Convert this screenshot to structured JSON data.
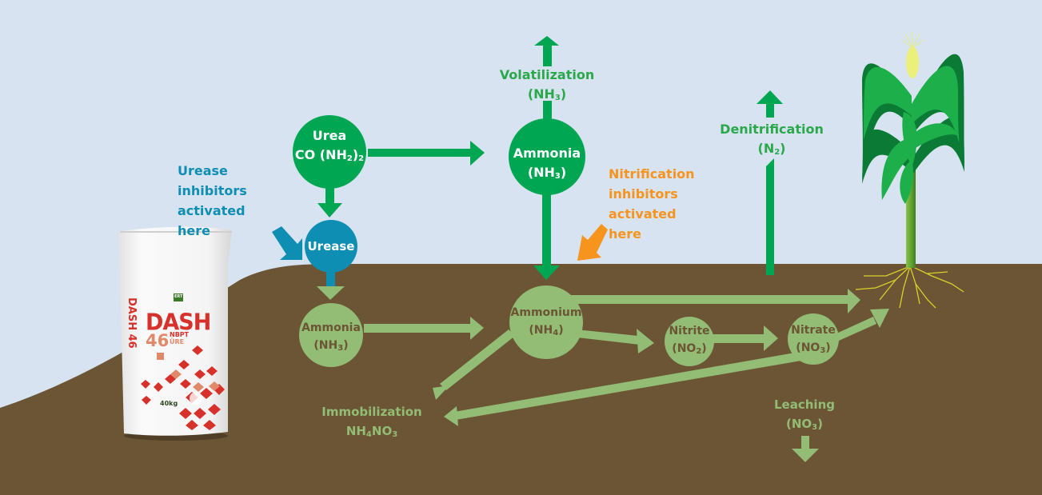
{
  "title": "Nitrogen cycle of urea fertilizer with urease and nitrification inhibitors",
  "colors": {
    "sky": "#d8e3f2",
    "soil": "#6b5535",
    "dark_green": "#00a651",
    "pale_green": "#93bc75",
    "teal": "#0e8eb2",
    "orange": "#f7941d",
    "bag_red": "#d7312b"
  },
  "nodes": {
    "urea": {
      "line1": "Urea",
      "line2_prefix": "CO (NH",
      "line2_sub": "2",
      "line2_mid": ")",
      "line2_sub2": "2"
    },
    "urease": {
      "label": "Urease"
    },
    "ammonia_air": {
      "line1": "Ammonia",
      "line2_prefix": "(NH",
      "line2_sub": "3",
      "line2_suffix": ")"
    },
    "ammonia_soil": {
      "line1": "Ammonia",
      "line2_prefix": "(NH",
      "line2_sub": "3",
      "line2_suffix": ")"
    },
    "ammonium": {
      "line1": "Ammonium",
      "line2_prefix": "(NH",
      "line2_sub": "4",
      "line2_suffix": ")"
    },
    "nitrite": {
      "line1": "Nitrite",
      "line2_prefix": "(NO",
      "line2_sub": "2",
      "line2_suffix": ")"
    },
    "nitrate": {
      "line1": "Nitrate",
      "line2_prefix": "(NO",
      "line2_sub": "3",
      "line2_suffix": ")"
    }
  },
  "processes": {
    "volatilization": {
      "line1": "Volatilization",
      "line2_prefix": "(NH",
      "line2_sub": "3",
      "line2_suffix": ")"
    },
    "denitrification": {
      "line1": "Denitrification",
      "line2_prefix": "(N",
      "line2_sub": "2",
      "line2_suffix": ")"
    },
    "immobilization": {
      "line1": "Immobilization",
      "line2_a": "NH",
      "line2_sub1": "4",
      "line2_b": "NO",
      "line2_sub2": "3"
    },
    "leaching": {
      "line1": "Leaching",
      "line2_prefix": "(NO",
      "line2_sub": "3",
      "line2_suffix": ")"
    }
  },
  "annotations": {
    "urease_inhibitors": [
      "Urease",
      "inhibitors",
      "activated",
      "here"
    ],
    "nitrification_inhibitors": [
      "Nitrification",
      "inhibitors",
      "activated",
      "here"
    ]
  },
  "product": {
    "brand": "DASH",
    "number": "46",
    "tag1": "NBPT",
    "tag2": "ÜRE",
    "weight": "40kg",
    "logo": "ERT",
    "side": "DASH 46"
  }
}
